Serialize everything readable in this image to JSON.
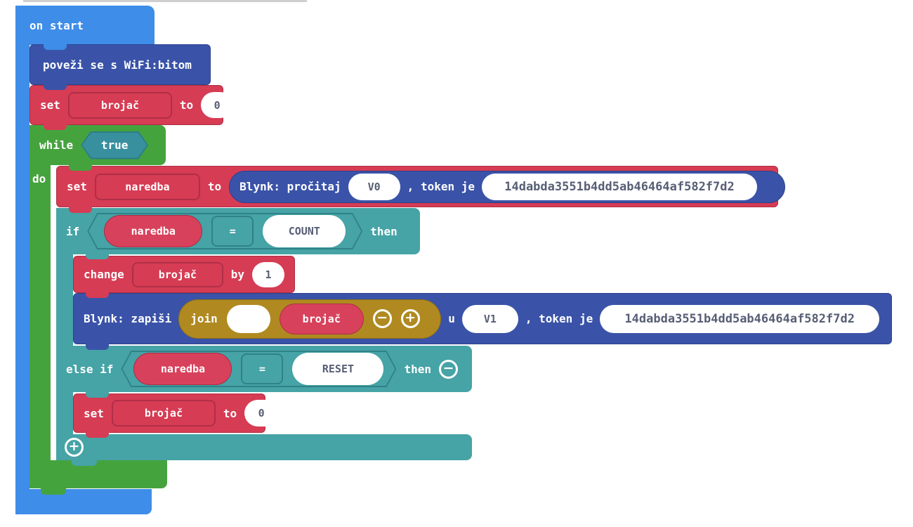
{
  "icons": {
    "minus": "−",
    "plus": "+"
  },
  "colors": {
    "event_blue": "#3e8de8",
    "extension_blue": "#3a53a8",
    "variable_red": "#d63c54",
    "loop_green": "#45a33e",
    "logic_teal": "#46a3a6",
    "text_gold": "#b08a20",
    "oval_text": "#575e75"
  },
  "blocks": {
    "on_start": {
      "label": "on start"
    },
    "wifi_connect": {
      "label": "poveži se s WiFi:bitom"
    },
    "set_counter_init": {
      "keyword_set": "set",
      "variable": "brojač",
      "keyword_to": "to",
      "value": "0"
    },
    "while_loop": {
      "keyword_while": "while",
      "condition": "true",
      "keyword_do": "do"
    },
    "set_command": {
      "keyword_set": "set",
      "variable": "naredba",
      "keyword_to": "to"
    },
    "blynk_read": {
      "label": "Blynk: pročitaj",
      "pin": "V0",
      "token_label": ", token je",
      "token": "14dabda3551b4dd5ab46464af582f7d2"
    },
    "if_condition": {
      "keyword_if": "if",
      "left": "naredba",
      "operator": "=",
      "right": "COUNT",
      "keyword_then": "then"
    },
    "change_counter": {
      "keyword_change": "change",
      "variable": "brojač",
      "keyword_by": "by",
      "value": "1"
    },
    "blynk_write": {
      "label": "Blynk: zapiši",
      "keyword_u": "u",
      "pin": "V1",
      "token_label": ", token je",
      "token": "14dabda3551b4dd5ab46464af582f7d2"
    },
    "join": {
      "label": "join",
      "arg1": "",
      "arg2": "brojač"
    },
    "else_if_condition": {
      "keyword_else_if": "else if",
      "left": "naredba",
      "operator": "=",
      "right": "RESET",
      "keyword_then": "then"
    },
    "set_counter_reset": {
      "keyword_set": "set",
      "variable": "brojač",
      "keyword_to": "to",
      "value": "0"
    }
  }
}
